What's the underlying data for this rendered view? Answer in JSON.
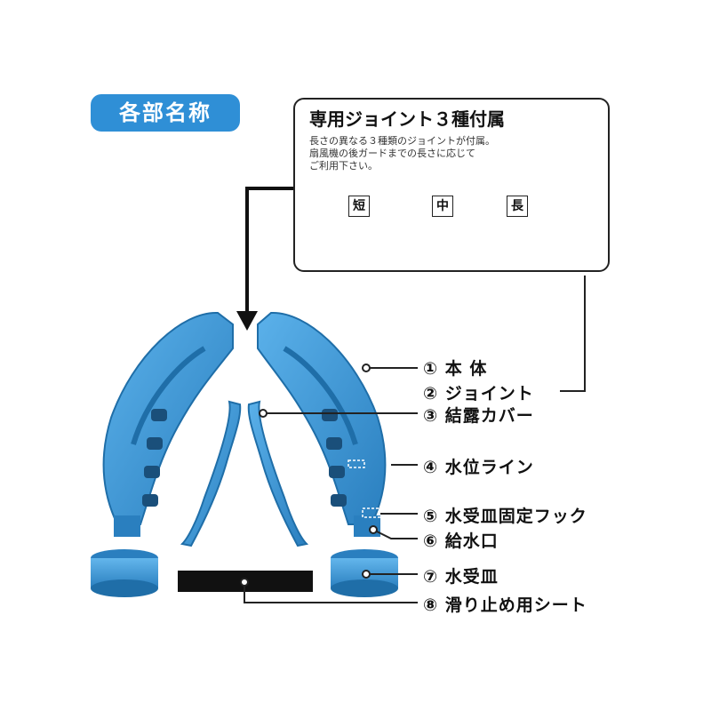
{
  "section_title": "各部名称",
  "callout": {
    "title": "専用ジョイント３種付属",
    "description": "長さの異なる３種類のジョイントが付属。\n扇風機の後ガードまでの長さに応じて\nご利用下さい。",
    "sizes": [
      {
        "label": "短"
      },
      {
        "label": "中"
      },
      {
        "label": "長"
      }
    ]
  },
  "parts": [
    {
      "label": "① 本 体"
    },
    {
      "label": "② ジョイント"
    },
    {
      "label": "③ 結露カバー"
    },
    {
      "label": "④ 水位ライン"
    },
    {
      "label": "⑤ 水受皿固定フック"
    },
    {
      "label": "⑥ 給水口"
    },
    {
      "label": "⑦ 水受皿"
    },
    {
      "label": "⑧ 滑り止め用シート"
    }
  ],
  "colors": {
    "product_blue": "#3a93d4",
    "product_dark": "#1f6ea8",
    "badge_blue": "#2f8fd6",
    "line": "#222222"
  }
}
